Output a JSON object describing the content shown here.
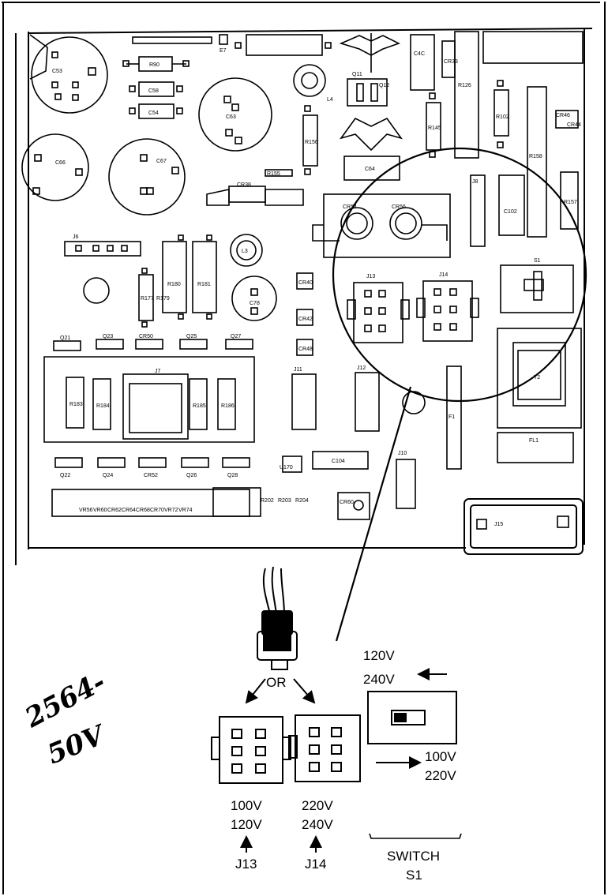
{
  "board_labels": {
    "c53": "C53",
    "r90": "R90",
    "e7": "E7",
    "c58": "C58",
    "c54": "C54",
    "c63": "C63",
    "c66": "C66",
    "c67": "C67",
    "q11": "Q11",
    "q12": "Q12",
    "l4": "L4",
    "c4c": "C4C",
    "cr33": "CR33",
    "r126": "R126",
    "r102": "R102",
    "r158": "R158",
    "cr46": "CR46",
    "cr44": "CR44",
    "r156": "R156",
    "r145": "R145",
    "r155": "R155",
    "cr38": "CR38",
    "c64": "C64",
    "j8": "J8",
    "c102": "C102",
    "r157": "R157",
    "cr54": "CR54",
    "cr56": "CR56",
    "j6": "J6",
    "l3": "L3",
    "r177": "R177",
    "r179": "R179",
    "r180": "R180",
    "r181": "R181",
    "cr40": "CR40",
    "c78": "C78",
    "cr42": "CR42",
    "cr48": "CR48",
    "j13": "J13",
    "j14": "J14",
    "s1": "S1",
    "t2": "T2",
    "q21": "Q21",
    "q23": "Q23",
    "cr50": "CR50",
    "q25": "Q25",
    "q27": "Q27",
    "j7": "J7",
    "r183": "R183",
    "r184": "R184",
    "r185": "R185",
    "r186": "R186",
    "j11": "J11",
    "j12": "J12",
    "f1": "F1",
    "fl1": "FL1",
    "q22": "Q22",
    "q24": "Q24",
    "cr52": "CR52",
    "q26": "Q26",
    "q28": "Q28",
    "u170": "U170",
    "c104": "C104",
    "j10": "J10",
    "cr60": "CR60",
    "j15": "J15",
    "vr56": "VR56",
    "vr60": "VR60",
    "cr62": "CR62",
    "cr64": "CR64",
    "cr68": "CR68",
    "cr70": "CR70",
    "vr72": "VR72",
    "vr74": "VR74",
    "r202": "R202",
    "r203": "R203",
    "r204": "R204"
  },
  "detail": {
    "or_label": "OR",
    "j13_voltage_1": "100V",
    "j13_voltage_2": "120V",
    "j13_label": "J13",
    "j14_voltage_1": "220V",
    "j14_voltage_2": "240V",
    "j14_label": "J14",
    "switch_top_1": "120V",
    "switch_top_2": "240V",
    "switch_bottom_1": "100V",
    "switch_bottom_2": "220V",
    "switch_label_1": "SWITCH",
    "switch_label_2": "S1"
  },
  "handwritten_note": {
    "line1": "2564-",
    "line2": "50V"
  }
}
